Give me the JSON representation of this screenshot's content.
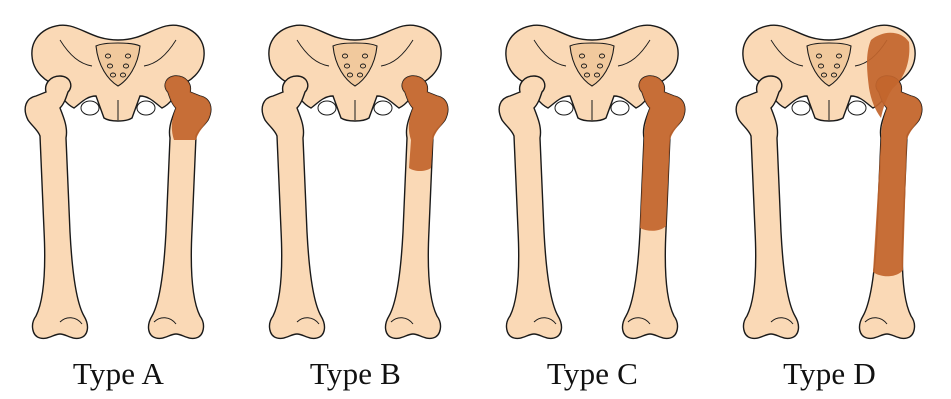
{
  "figure": {
    "panels": [
      {
        "label": "Type A",
        "involvement": "femoral head and neck to greater trochanter"
      },
      {
        "label": "Type B",
        "involvement": "proximal femur down to lesser trochanter region"
      },
      {
        "label": "Type C",
        "involvement": "proximal femur extending into femoral shaft"
      },
      {
        "label": "Type D",
        "involvement": "ilium, acetabulum and most of femoral shaft"
      }
    ],
    "colors": {
      "bone": "#fad9b6",
      "bone_shade": "#f1c99d",
      "outline": "#1a1a1a",
      "lesion": "#c2652c",
      "background": "#ffffff"
    }
  }
}
